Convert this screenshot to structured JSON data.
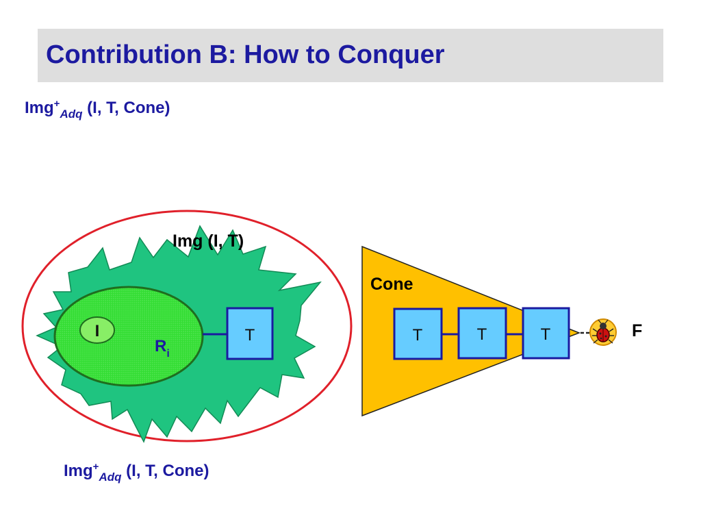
{
  "slide": {
    "title": "Contribution B: How to Conquer"
  },
  "formula_top": {
    "prefix": "Img",
    "superscript": "+",
    "subscript": "Adq",
    "args": "(I, T, Cone)"
  },
  "formula_bottom": {
    "prefix": "Img",
    "superscript": "+",
    "subscript": "Adq",
    "args": "(I, T, Cone)"
  },
  "diagram": {
    "image_label": "Img (I, T)",
    "initial_label": "I",
    "region_label": "R",
    "region_subscript": "i",
    "target_label_left": "T",
    "cone_label": "Cone",
    "cone_targets": [
      "T",
      "T",
      "T"
    ],
    "failure_label": "F",
    "failure_icon": "bug-icon",
    "colors": {
      "outer_ellipse": "#e0202a",
      "image_region": "#1fc480",
      "reach_region": "#33dd33",
      "reach_border": "#1f6e1f",
      "target_fill": "#66ccff",
      "target_border": "#1a1aa0",
      "cone_fill": "#ffc000",
      "bug_badge": "#ffcc33",
      "bug_body": "#cc1111"
    }
  }
}
